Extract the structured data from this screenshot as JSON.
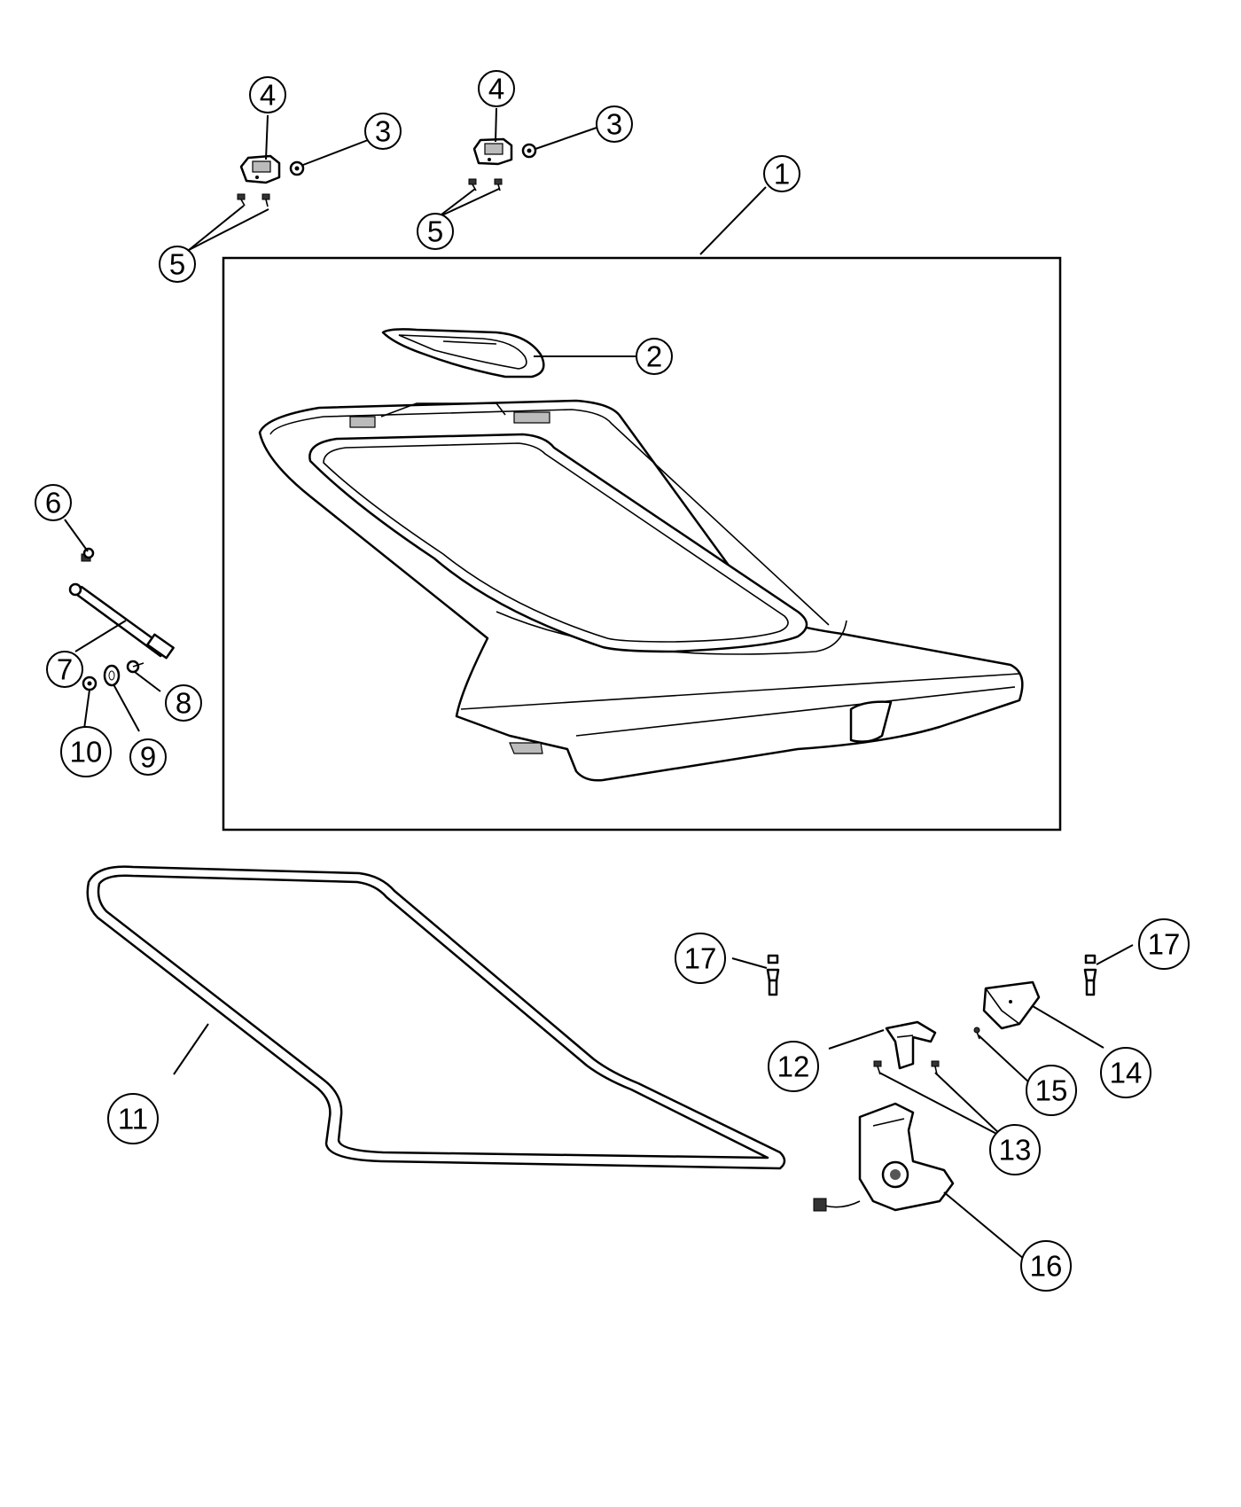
{
  "callouts": {
    "c1": "1",
    "c2": "2",
    "c3a": "3",
    "c3b": "3",
    "c4a": "4",
    "c4b": "4",
    "c5a": "5",
    "c5b": "5",
    "c6": "6",
    "c7": "7",
    "c8": "8",
    "c9": "9",
    "c10": "10",
    "c11": "11",
    "c12": "12",
    "c13": "13",
    "c14": "14",
    "c15": "15",
    "c16": "16",
    "c17a": "17",
    "c17b": "17"
  }
}
